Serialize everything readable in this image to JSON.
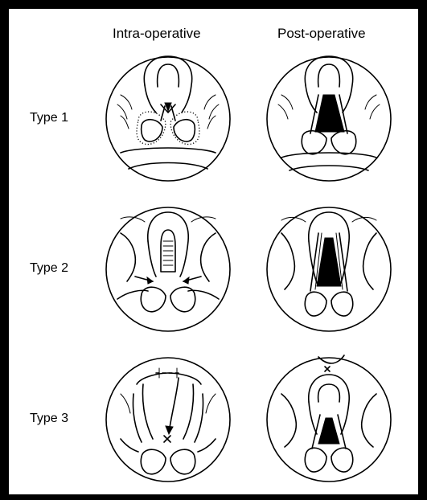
{
  "columns": [
    "Intra-operative",
    "Post-operative"
  ],
  "rows": [
    "Type 1",
    "Type 2",
    "Type 3"
  ]
}
